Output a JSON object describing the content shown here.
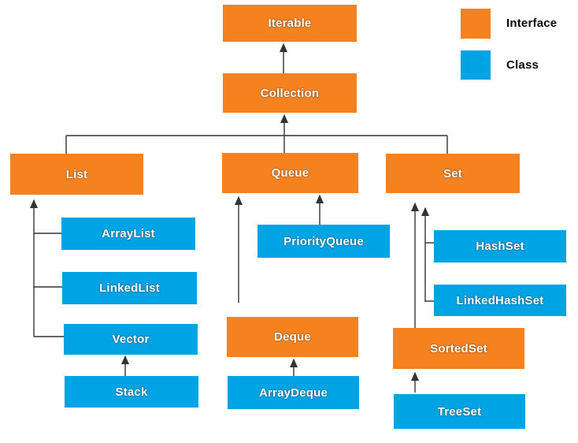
{
  "colors": {
    "interface": "#F6821F",
    "class": "#00A3E4",
    "edge": "#333333"
  },
  "legend": {
    "interface_label": "Interface",
    "class_label": "Class"
  },
  "nodes": {
    "iterable": {
      "label": "Iterable",
      "type": "interface"
    },
    "collection": {
      "label": "Collection",
      "type": "interface"
    },
    "list": {
      "label": "List",
      "type": "interface"
    },
    "queue": {
      "label": "Queue",
      "type": "interface"
    },
    "set": {
      "label": "Set",
      "type": "interface"
    },
    "deque": {
      "label": "Deque",
      "type": "interface"
    },
    "sortedset": {
      "label": "SortedSet",
      "type": "interface"
    },
    "arraylist": {
      "label": "ArrayList",
      "type": "class"
    },
    "linkedlist": {
      "label": "LinkedList",
      "type": "class"
    },
    "vector": {
      "label": "Vector",
      "type": "class"
    },
    "stack": {
      "label": "Stack",
      "type": "class"
    },
    "priorityqueue": {
      "label": "PriorityQueue",
      "type": "class"
    },
    "arraydeque": {
      "label": "ArrayDeque",
      "type": "class"
    },
    "hashset": {
      "label": "HashSet",
      "type": "class"
    },
    "linkedhashset": {
      "label": "LinkedHashSet",
      "type": "class"
    },
    "treeset": {
      "label": "TreeSet",
      "type": "class"
    }
  },
  "relationships": [
    {
      "from": "Collection",
      "to": "Iterable"
    },
    {
      "from": "List",
      "to": "Collection"
    },
    {
      "from": "Queue",
      "to": "Collection"
    },
    {
      "from": "Set",
      "to": "Collection"
    },
    {
      "from": "ArrayList",
      "to": "List"
    },
    {
      "from": "LinkedList",
      "to": "List"
    },
    {
      "from": "Vector",
      "to": "List"
    },
    {
      "from": "Stack",
      "to": "Vector"
    },
    {
      "from": "PriorityQueue",
      "to": "Queue"
    },
    {
      "from": "Deque",
      "to": "Queue"
    },
    {
      "from": "ArrayDeque",
      "to": "Deque"
    },
    {
      "from": "HashSet",
      "to": "Set"
    },
    {
      "from": "LinkedHashSet",
      "to": "Set"
    },
    {
      "from": "SortedSet",
      "to": "Set"
    },
    {
      "from": "TreeSet",
      "to": "SortedSet"
    }
  ]
}
